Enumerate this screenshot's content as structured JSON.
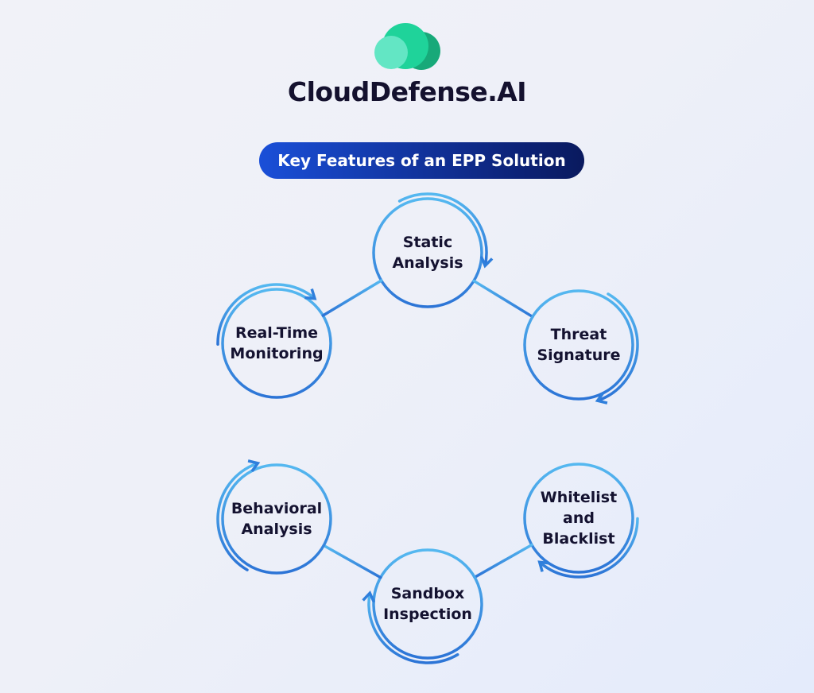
{
  "brand": {
    "name": "CloudDefense.AI",
    "colors": {
      "cloud_main": "#1fd39a",
      "cloud_dark": "#17a979",
      "cloud_light": "#63e6c4"
    }
  },
  "title": "Key Features of an EPP Solution",
  "accent_color": "#3a8fe0",
  "features": [
    {
      "line1": "Static",
      "line2": "Analysis"
    },
    {
      "line1": "Threat",
      "line2": "Signature"
    },
    {
      "line1": "Whitelist",
      "line2": "and",
      "line3": "Blacklist"
    },
    {
      "line1": "Sandbox",
      "line2": "Inspection"
    },
    {
      "line1": "Behavioral",
      "line2": "Analysis"
    },
    {
      "line1": "Real-Time",
      "line2": "Monitoring"
    }
  ]
}
